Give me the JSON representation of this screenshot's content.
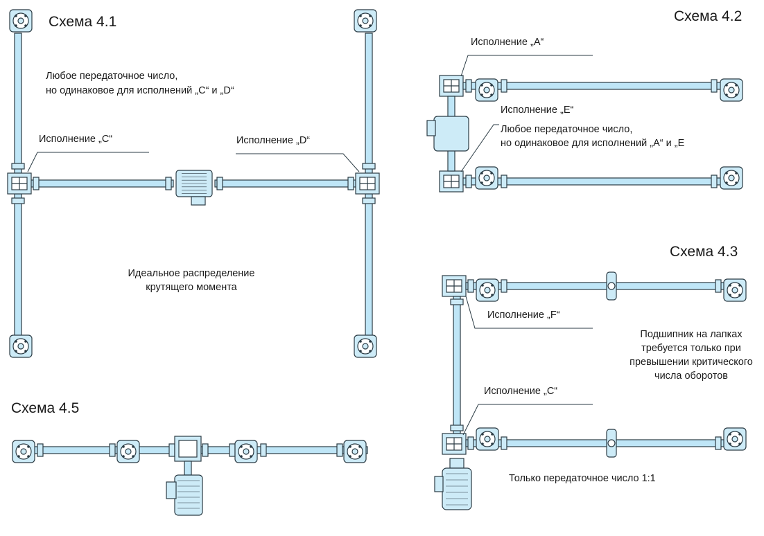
{
  "scheme_4_1": {
    "title": "Схема 4.1",
    "ratio_note_1": "Любое передаточное число,",
    "ratio_note_2": "но одинаковое для исполнений „C“ и „D“",
    "version_c": "Исполнение „C“",
    "version_d": "Исполнение „D“",
    "torque_note_1": "Идеальное распределение",
    "torque_note_2": "крутящего момента"
  },
  "scheme_4_2": {
    "title": "Схема 4.2",
    "version_a": "Исполнение „A“",
    "version_e": "Исполнение „E“",
    "ratio_note_1": "Любое передаточное число,",
    "ratio_note_2": "но одинаковое для исполнений „A“ и „E"
  },
  "scheme_4_3": {
    "title": "Схема 4.3",
    "version_f": "Исполнение „F“",
    "bearing_note_1": "Подшипник на лапках",
    "bearing_note_2": "требуется только при",
    "bearing_note_3": "превышении критического",
    "bearing_note_4": "числа оборотов",
    "version_c": "Исполнение „C“",
    "ratio_note": "Только передаточное число 1:1"
  },
  "scheme_4_5": {
    "title": "Схема 4.5"
  },
  "colors": {
    "shaft_fill": "#bfe6f7",
    "component_fill": "#cdebf7",
    "outline": "#2b3b44",
    "text": "#1a1a1a"
  }
}
